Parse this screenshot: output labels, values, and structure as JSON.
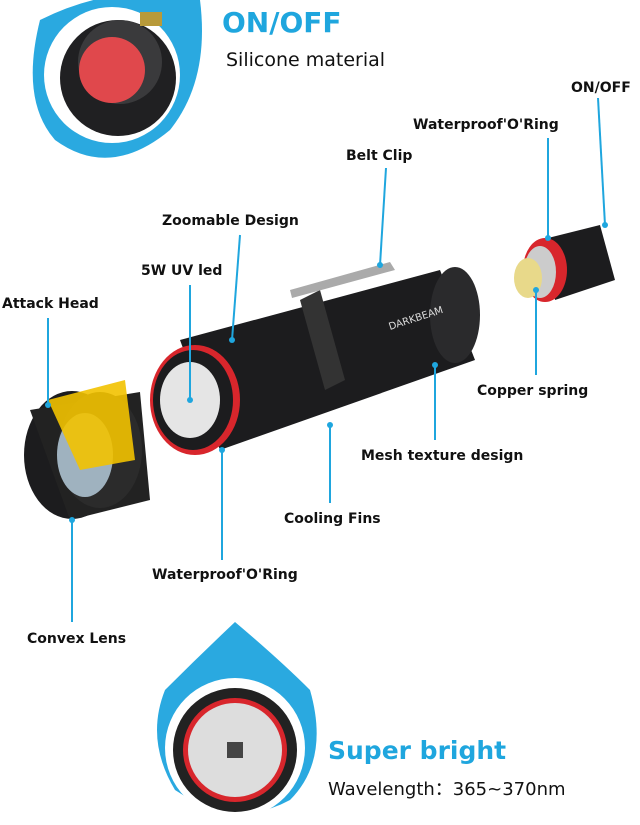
{
  "colors": {
    "accent": "#1fa6de",
    "ring": "#d8262c",
    "body": "#1c1c1e",
    "button": "#e0484c",
    "lens_label": "#f2c200"
  },
  "top_callout": {
    "title": "ON/OFF",
    "subtitle": "Silicone material",
    "icon": "power-button-closeup"
  },
  "bottom_callout": {
    "title": "Super bright",
    "subtitle": "Wavelength：365~370nm",
    "icon": "uv-led-closeup"
  },
  "brand_on_body": "DARKBEAM",
  "labels": {
    "on_off": "ON/OFF",
    "waterproof_ring_top": "Waterproof'O'Ring",
    "belt_clip": "Belt Clip",
    "zoomable_design": "Zoomable Design",
    "uv_led": "5W UV led",
    "attack_head": "Attack Head",
    "copper_spring": "Copper spring",
    "mesh_texture": "Mesh texture design",
    "cooling_fins": "Cooling Fins",
    "waterproof_ring_bottom": "Waterproof'O'Ring",
    "convex_lens": "Convex Lens"
  }
}
